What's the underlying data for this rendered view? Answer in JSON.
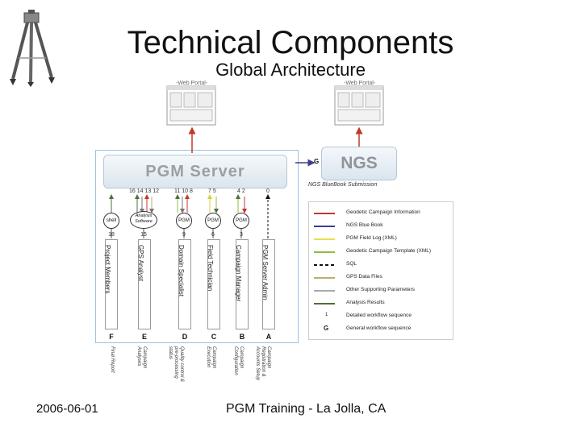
{
  "title": "Technical Components",
  "subtitle": "Global Architecture",
  "footer": {
    "date": "2006-06-01",
    "center": "PGM Training - La Jolla, CA"
  },
  "portals": [
    {
      "label": "-Web Portal-"
    },
    {
      "label": "-Web Portal-"
    }
  ],
  "server": {
    "label": "PGM Server"
  },
  "ngs": {
    "label": "NGS",
    "g_label": "G",
    "caption": "NGS BlueBook Submission"
  },
  "top_numbers": [
    "16 14 13 12",
    "11 10 8",
    "7 5",
    "4 2",
    "0"
  ],
  "actors": [
    {
      "label": "shell",
      "num_below": "18"
    },
    {
      "label": "Analysis Software",
      "num_below": "15"
    },
    {
      "label": "PGM",
      "num_below": "9"
    },
    {
      "label": "PGM",
      "num_below": "6"
    },
    {
      "label": "PGM",
      "num_below": "3"
    }
  ],
  "roles": [
    {
      "label": "Project Members",
      "letter": "F",
      "phase": "Final Report"
    },
    {
      "label": "GPS Analyst",
      "letter": "E",
      "phase": "Campaign\nAnalyses"
    },
    {
      "label": "Domain Specialist",
      "letter": "D",
      "phase": "Quality control &\npre-processing\nstatus"
    },
    {
      "label": "Field Technician",
      "letter": "C",
      "phase": "Campaign\nExecution"
    },
    {
      "label": "Campaign Manager",
      "letter": "B",
      "phase": "Campaign\nConfiguration"
    },
    {
      "label": "PGM Server Admin",
      "letter": "A",
      "phase": "Campaign\nRegistration &\nAccounts Setup"
    }
  ],
  "legend": [
    {
      "label": "Geodetic Campaign Information",
      "color": "#c0392b",
      "style": "solid"
    },
    {
      "label": "NGS Blue Book",
      "color": "#3b3f8f",
      "style": "solid"
    },
    {
      "label": "PGM Field Log (XML)",
      "color": "#e8e04a",
      "style": "solid"
    },
    {
      "label": "Geodetic Campaign Template (XML)",
      "color": "#8fbf3f",
      "style": "solid"
    },
    {
      "label": "SQL",
      "color": "#111111",
      "style": "dashed"
    },
    {
      "label": "GPS Data Files",
      "color": "#b9b16a",
      "style": "solid"
    },
    {
      "label": "Other Supporting Parameters",
      "color": "#aaaaaa",
      "style": "solid"
    },
    {
      "label": "Analysis Results",
      "color": "#4f6f3a",
      "style": "solid"
    },
    {
      "label": "Detailed workflow sequence",
      "symbol": "1"
    },
    {
      "label": "General workflow sequence",
      "symbol": "G"
    }
  ]
}
